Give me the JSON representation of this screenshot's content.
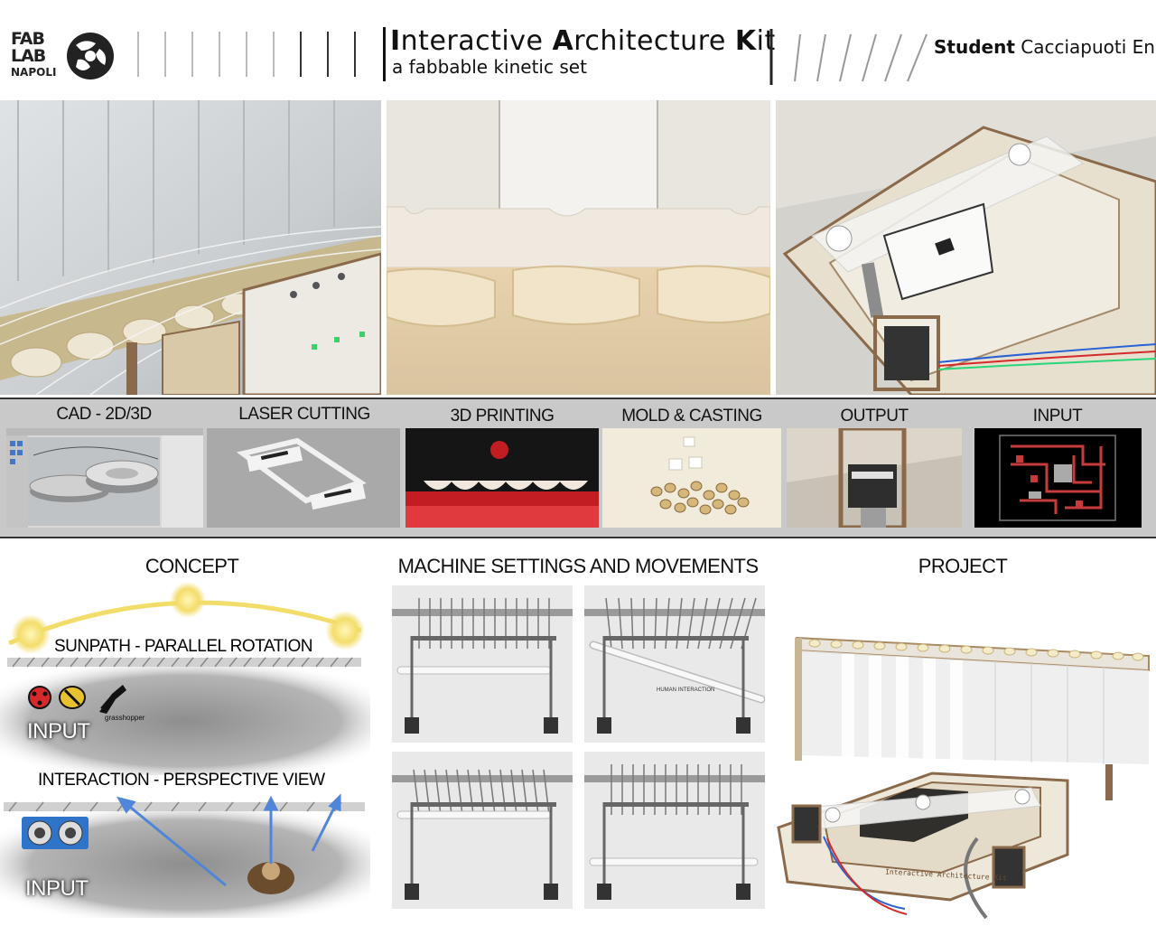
{
  "header": {
    "logo_line1": "FAB",
    "logo_line2": "LAB",
    "logo_line3": "NAPOLI",
    "title_parts": [
      {
        "initial": "I",
        "rest": "nteractive "
      },
      {
        "initial": "A",
        "rest": "rchitecture "
      },
      {
        "initial": "K",
        "rest": "it"
      }
    ],
    "subtitle": "a fabbable kinetic set",
    "student_label": "Student",
    "student_name": "Cacciapuoti Enrico"
  },
  "processes": [
    {
      "label": "CAD - 2D/3D"
    },
    {
      "label": "LASER CUTTING"
    },
    {
      "label": "3D PRINTING"
    },
    {
      "label": "MOLD & CASTING"
    },
    {
      "label": "OUTPUT"
    },
    {
      "label": "INPUT"
    }
  ],
  "sections": {
    "concept": "CONCEPT",
    "machine": "MACHINE SETTINGS AND MOVEMENTS",
    "project": "PROJECT"
  },
  "concept": {
    "sunpath_label": "SUNPATH - PARALLEL ROTATION",
    "input_label_1": "INPUT",
    "grasshopper_label": "grasshopper",
    "interaction_label": "INTERACTION - PERSPECTIVE VIEW",
    "input_label_2": "INPUT"
  },
  "machine": {
    "human_interaction_label": "HUMAN INTERACTION"
  },
  "project": {
    "engraving": "Interactive Architecture Kit"
  },
  "colors": {
    "band_bg": "#c9c9c9",
    "panel_bg": "#e9e9e9",
    "arrow_blue": "#4f86d9",
    "sun_yellow": "#f3dd6a"
  }
}
